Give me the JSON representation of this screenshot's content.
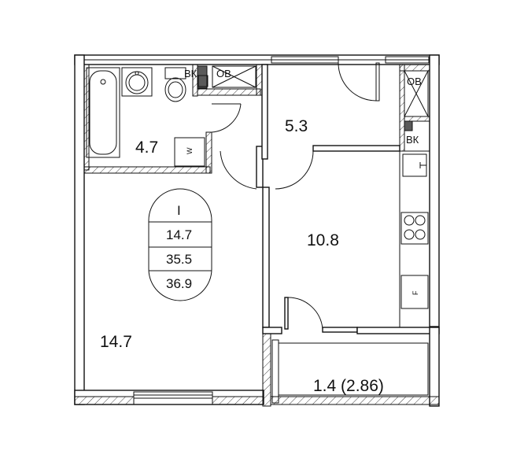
{
  "rooms": {
    "bathroom": {
      "area": "4.7"
    },
    "hall": {
      "area": "5.3"
    },
    "kitchen": {
      "area": "10.8"
    },
    "living_room": {
      "area": "14.7"
    },
    "balcony": {
      "area": "1.4 (2.86)"
    }
  },
  "badge": {
    "rooms_count": "I",
    "living_area": "14.7",
    "total_area": "35.5",
    "total_area_with_balcony": "36.9"
  },
  "fixtures": {
    "bk_bathroom": "ВК",
    "ob_bathroom": "ОВ",
    "ob_kitchen": "ОВ",
    "bk_kitchen": "ВК",
    "washer_mark": "W",
    "fridge_mark": "F"
  }
}
